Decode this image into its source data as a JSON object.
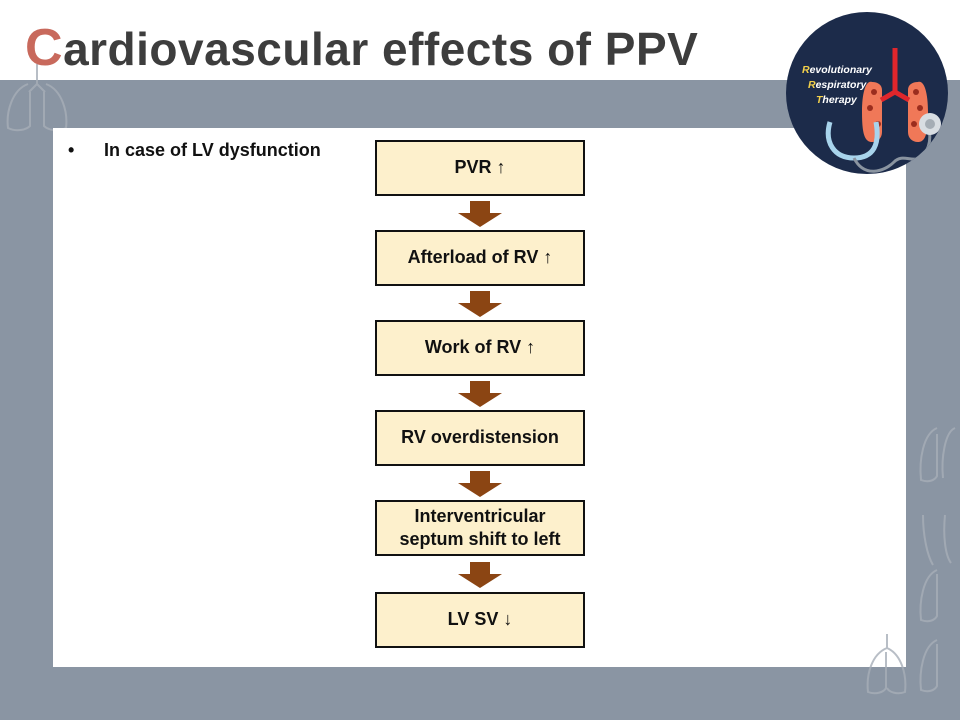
{
  "title": {
    "first_letter": "C",
    "rest": "ardiovascular effects of PPV"
  },
  "bullet": {
    "marker": "•",
    "text": "In case of LV dysfunction"
  },
  "flow": [
    "PVR ↑",
    "Afterload of RV ↑",
    "Work of RV ↑",
    "RV overdistension",
    "Interventricular septum shift to left",
    "LV SV ↓"
  ],
  "logo": {
    "lines": [
      {
        "initial": "R",
        "rest": "evolutionary"
      },
      {
        "initial": "R",
        "rest": "espiratory"
      },
      {
        "initial": "T",
        "rest": "herapy"
      }
    ]
  },
  "colors": {
    "accent": "#c8695c",
    "band": "#8a95a3",
    "box": "#fdf0cc",
    "arrow": "#8b4513"
  }
}
